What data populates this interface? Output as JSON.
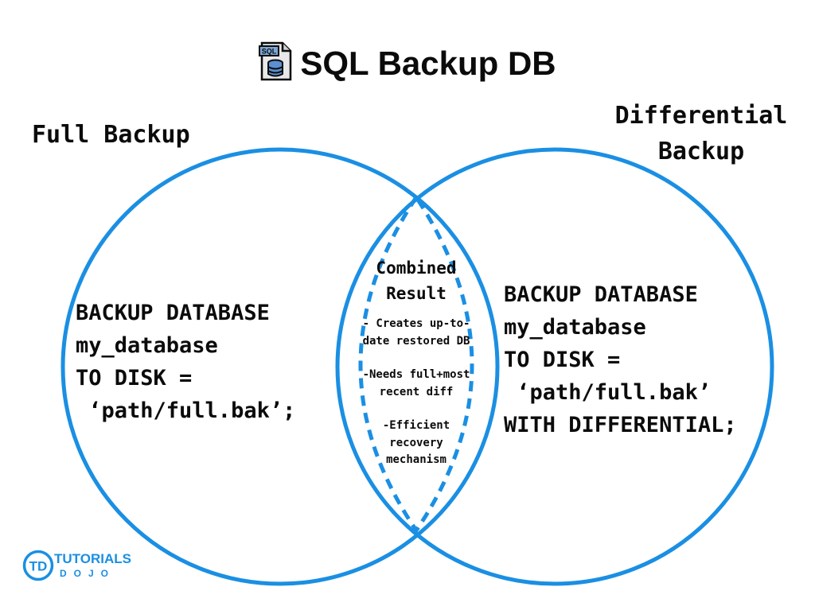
{
  "title": "SQL Backup DB",
  "title_icon": {
    "name": "sql-database-file-icon",
    "text": "SQL"
  },
  "sets": {
    "left": {
      "label": "Full Backup",
      "code": "BACKUP DATABASE\nmy_database\nTO DISK =\n ‘path/full.bak’;"
    },
    "right": {
      "label": "Differential\nBackup",
      "code": "BACKUP DATABASE\nmy_database\nTO DISK =\n ‘path/full.bak’\nWITH DIFFERENTIAL;"
    }
  },
  "overlap": {
    "title": "Combined\nResult",
    "points": [
      "- Creates up-to-\ndate restored DB",
      "-Needs full+most\nrecent diff",
      "-Efficient\nrecovery\nmechanism"
    ]
  },
  "logo": {
    "line1": "TUTORIALS",
    "line2": "DOJO",
    "monogram": "TD"
  },
  "colors": {
    "circle_stroke": "#1a8fe3",
    "overlap_stroke": "#1a8fe3",
    "text": "#0b0b0b"
  }
}
